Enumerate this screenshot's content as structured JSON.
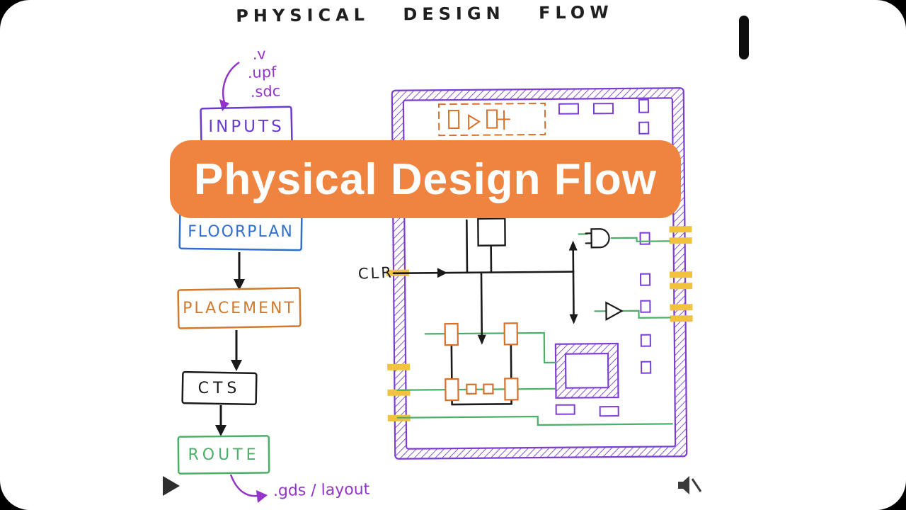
{
  "board": {
    "handwritten_title": "PHYSICAL DESIGN FLOW"
  },
  "banner": {
    "label": "Physical Design Flow",
    "color": "#EF8440"
  },
  "flowchart": {
    "input_annotation": {
      "items": [
        ".v",
        ".upf",
        ".sdc"
      ],
      "color": "#9333C9"
    },
    "steps": [
      {
        "label": "INPUTS",
        "color": "#6A3BD0"
      },
      {
        "label": "FLOORPLAN",
        "color": "#2F6FD0"
      },
      {
        "label": "PLACEMENT",
        "color": "#CF7A2E"
      },
      {
        "label": "CTS",
        "color": "#1A1A1A"
      },
      {
        "label": "ROUTE",
        "color": "#4CAF68"
      }
    ],
    "output_annotation": ".gds / layout"
  },
  "chip_diagram": {
    "clock_signal_label": "CLR",
    "palette": {
      "die_border": "#7A3FD1",
      "cells": "#D8702A",
      "routing": "#4CAF68",
      "pins": "#F0C23D",
      "clock_tree": "#1A1A1A"
    }
  },
  "player": {
    "play_icon": "play",
    "mute_icon": "speaker-muted"
  }
}
